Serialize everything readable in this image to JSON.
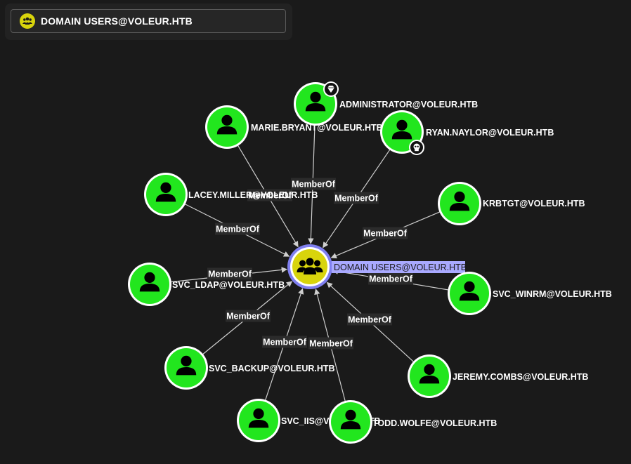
{
  "search": {
    "selected_node": "DOMAIN USERS@VOLEUR.HTB",
    "icon": "group-icon"
  },
  "colors": {
    "background": "#1a1a1a",
    "user_node": "#22e61e",
    "group_node": "#d8d40c",
    "highlight_ring": "#8080f0",
    "highlight_label_bg": "#a9a9ff",
    "edge": "#cfcfcf",
    "edge_label_bg": "#2b2b2b"
  },
  "graph": {
    "center": {
      "label": "DOMAIN USERS@VOLEUR.HTB",
      "type": "group",
      "icon": "group-icon"
    },
    "edge_label": "MemberOf",
    "nodes": [
      {
        "id": "administrator",
        "label": "ADMINISTRATOR@VOLEUR.HTB",
        "type": "user",
        "badge": "gem-icon"
      },
      {
        "id": "marie",
        "label": "MARIE.BRYANT@VOLEUR.HTB",
        "type": "user",
        "badge": null
      },
      {
        "id": "ryan",
        "label": "RYAN.NAYLOR@VOLEUR.HTB",
        "type": "user",
        "badge": "skull-icon"
      },
      {
        "id": "lacey",
        "label": "LACEY.MILLER@VOLEUR.HTB",
        "type": "user",
        "badge": null
      },
      {
        "id": "krbtgt",
        "label": "KRBTGT@VOLEUR.HTB",
        "type": "user",
        "badge": null
      },
      {
        "id": "svc-ldap",
        "label": "SVC_LDAP@VOLEUR.HTB",
        "type": "user",
        "badge": null
      },
      {
        "id": "svc-winrm",
        "label": "SVC_WINRM@VOLEUR.HTB",
        "type": "user",
        "badge": null
      },
      {
        "id": "svc-backup",
        "label": "SVC_BACKUP@VOLEUR.HTB",
        "type": "user",
        "badge": null
      },
      {
        "id": "jeremy",
        "label": "JEREMY.COMBS@VOLEUR.HTB",
        "type": "user",
        "badge": null
      },
      {
        "id": "svc-iis",
        "label": "SVC_IIS@VOLEUR.HTB",
        "type": "user",
        "badge": null
      },
      {
        "id": "todd",
        "label": "TODD.WOLFE@VOLEUR.HTB",
        "type": "user",
        "badge": null
      }
    ]
  }
}
